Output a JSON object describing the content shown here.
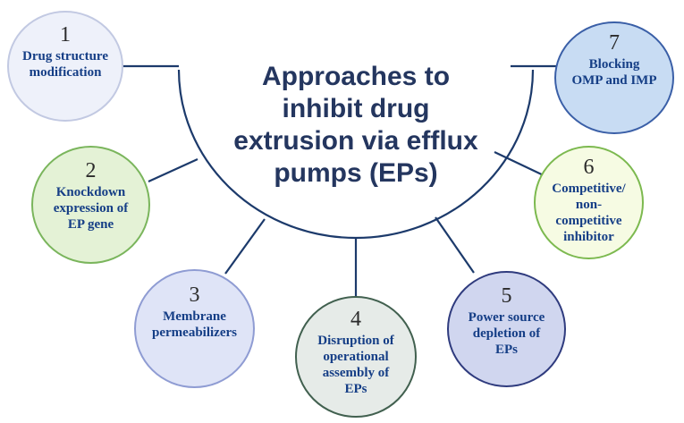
{
  "title_lines": [
    "Approaches to",
    "inhibit drug",
    "extrusion via efflux",
    "pumps (EPs)"
  ],
  "nodes": [
    {
      "number": "1",
      "label": "Drug structure\nmodification",
      "fill": "#eef1fa",
      "border": "#c2c9e2"
    },
    {
      "number": "2",
      "label": "Knockdown\nexpression of\nEP gene",
      "fill": "#e4f2d6",
      "border": "#7ab55c"
    },
    {
      "number": "3",
      "label": "Membrane\npermeabilizers",
      "fill": "#dfe4f7",
      "border": "#8f9cd3"
    },
    {
      "number": "4",
      "label": "Disruption of\noperational\nassembly of\nEPs",
      "fill": "#e6ebe8",
      "border": "#41604f"
    },
    {
      "number": "5",
      "label": "Power source\ndepletion of\nEPs",
      "fill": "#d0d6ef",
      "border": "#2f3b7e"
    },
    {
      "number": "6",
      "label": "Competitive/\nnon-\ncompetitive\ninhibitor",
      "fill": "#f6fbe3",
      "border": "#7cb94f"
    },
    {
      "number": "7",
      "label": "Blocking\nOMP and IMP",
      "fill": "#c8dcf3",
      "border": "#3a5fa7"
    }
  ],
  "colors": {
    "connector": "#1c3a6b",
    "title": "#24365f",
    "label": "#153e86"
  }
}
